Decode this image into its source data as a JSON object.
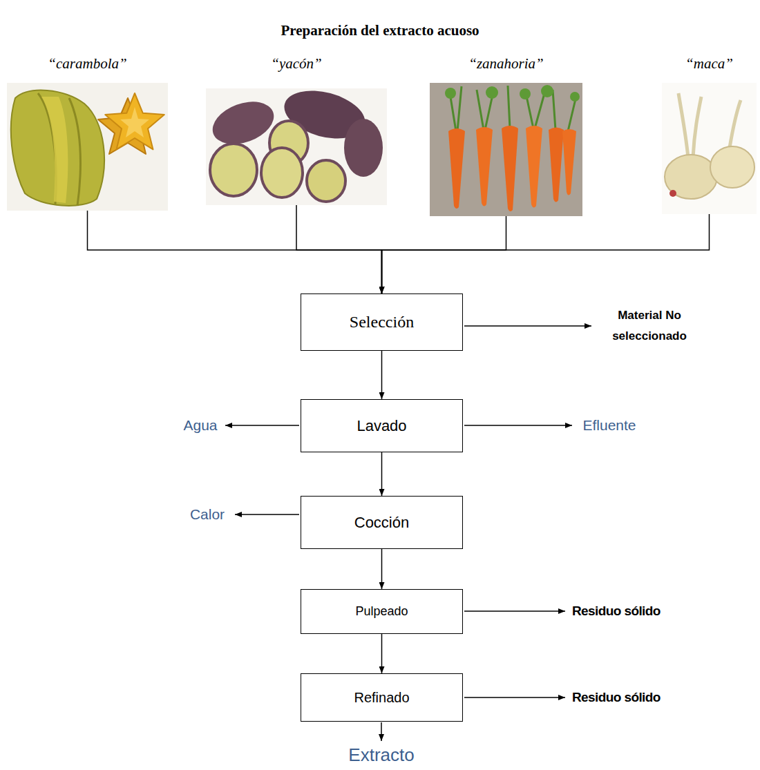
{
  "diagram": {
    "title": "Preparación del extracto acuoso",
    "nodes": [
      {
        "text": [
          "“carambola”"
        ]
      },
      {
        "text": [
          "“yacón”"
        ]
      },
      {
        "text": [
          "“zanahoria”"
        ]
      },
      {
        "text": [
          "“maca”"
        ]
      },
      {
        "text": [
          "Selección"
        ]
      },
      {
        "text": [
          "Lavado"
        ]
      },
      {
        "text": [
          "Cocción"
        ]
      },
      {
        "text": [
          "Pulpeado"
        ]
      },
      {
        "text": [
          "Refinado"
        ]
      }
    ],
    "edges": [
      {
        "from": 0,
        "to": 4,
        "arrow": "to"
      },
      {
        "from": 1,
        "to": 4,
        "arrow": "to"
      },
      {
        "from": 2,
        "to": 4,
        "arrow": "to"
      },
      {
        "from": 3,
        "to": 4,
        "arrow": "to"
      },
      {
        "from": 4,
        "to": 5,
        "arrow": "to"
      },
      {
        "from": 5,
        "to": 6,
        "arrow": "to"
      },
      {
        "from": 6,
        "to": 7,
        "arrow": "to"
      },
      {
        "from": 7,
        "to": 8,
        "arrow": "to"
      }
    ],
    "labels": [
      "Material No seleccionado",
      "Agua",
      "Efluente",
      "Calor",
      "Residuo sólido",
      "Residuo sólido",
      "Extracto"
    ]
  }
}
